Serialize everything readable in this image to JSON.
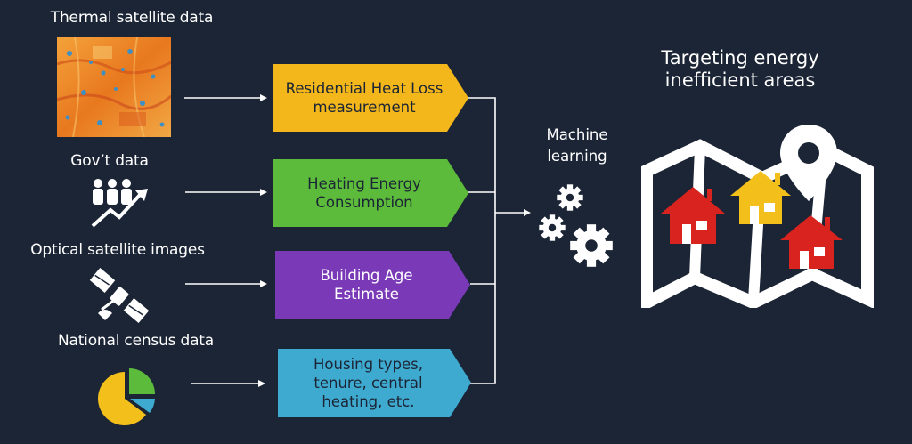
{
  "colors": {
    "background": "#1c2535",
    "box_residential": "#f3b61b",
    "box_heating": "#5cbb3a",
    "box_age": "#7a3ab8",
    "box_housing": "#3faad0",
    "house_red": "#d8231f",
    "house_yellow": "#f3bf1a",
    "connector": "#ffffff"
  },
  "sources": [
    {
      "label": "Thermal satellite data",
      "icon": "thermal-map-icon"
    },
    {
      "label": "Gov’t data",
      "icon": "people-growth-icon"
    },
    {
      "label": "Optical satellite images",
      "icon": "satellite-icon"
    },
    {
      "label": "National census data",
      "icon": "pie-chart-icon"
    }
  ],
  "boxes": [
    {
      "text": "Residential Heat Loss\nmeasurement"
    },
    {
      "text": "Heating Energy\nConsumption"
    },
    {
      "text": "Building Age\nEstimate"
    },
    {
      "text": "Housing types,\ntenure, central\nheating, etc."
    }
  ],
  "ml": {
    "label": "Machine\nlearning",
    "icon": "gears-icon"
  },
  "target": {
    "label": "Targeting energy\ninefficient areas",
    "icon": "map-with-houses-icon"
  }
}
